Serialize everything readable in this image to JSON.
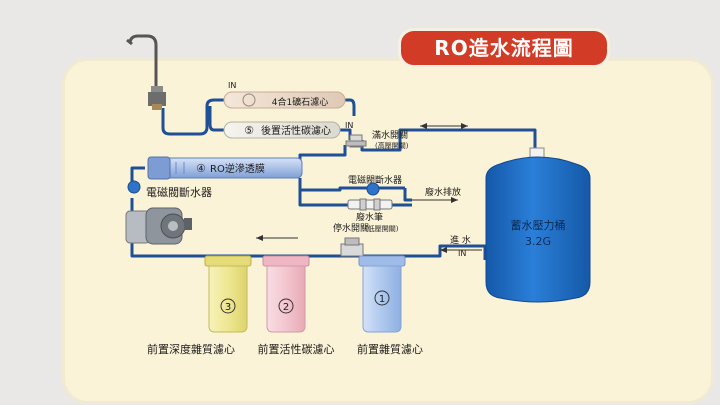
{
  "title": "RO造水流程圖",
  "labels": {
    "in_top": "IN",
    "filter_4in1": "4合1礦石濾心",
    "post_carbon": "後置活性碳濾心",
    "post_carbon_num": "⑤",
    "in_mid": "IN",
    "fill_switch": "滿水開關",
    "fill_switch_sub": "(高壓開關)",
    "ro_membrane": "RO逆滲透膜",
    "ro_num": "④",
    "solenoid_left": "電磁閥斷水器",
    "solenoid_center": "電磁閥斷水器",
    "waste_out": "廢水排放",
    "waste_ratio": "廢水筆",
    "stop_switch": "停水開關",
    "stop_switch_sub": "(低壓開關)",
    "water_in": "進 水",
    "water_in_en": "IN",
    "tank": "蓄水壓力桶",
    "tank_cap": "3.2G",
    "filter3_num": "3",
    "filter2_num": "2",
    "filter1_num": "1",
    "filter3": "前置深度雜質濾心",
    "filter2": "前置活性碳濾心",
    "filter1": "前置雜質濾心"
  },
  "colors": {
    "title_bg": "#d23c26",
    "pipe": "#1f4f95",
    "tank": "#1b6fc8",
    "filter1": "#aec8ee",
    "filter2": "#f3c6cf",
    "filter3": "#eee792",
    "membrane": "#a9c2ea",
    "background": "#fbf3d7"
  }
}
